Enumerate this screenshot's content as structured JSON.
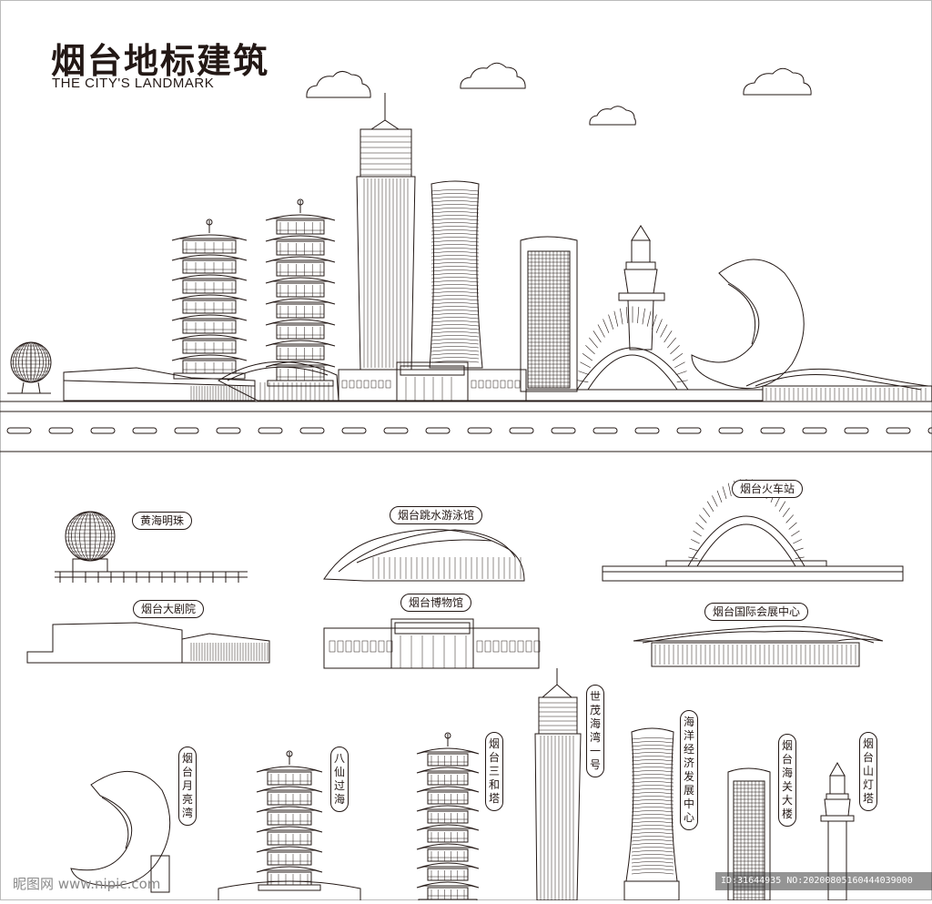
{
  "header": {
    "title": "烟台地标建筑",
    "subtitle": "THE CITY'S LANDMARK"
  },
  "landmarks": {
    "huanghai_pearl": "黄海明珠",
    "diving_pool": "烟台跳水游泳馆",
    "train_station": "烟台火车站",
    "grand_theatre": "烟台大剧院",
    "museum": "烟台博物馆",
    "expo_center": "烟台国际会展中心",
    "moon_bay": "烟台月亮湾",
    "baxian": "八仙过海",
    "sanhe_tower": "烟台三和塔",
    "shimao": "世茂海湾一号",
    "ocean_center": "海洋经济发展中心",
    "customs": "烟台海关大楼",
    "lighthouse": "烟台山灯塔"
  },
  "watermark": {
    "site": "昵图网 www.nipic.com",
    "id": "ID:31644935 NO:20200805160444039000"
  },
  "colors": {
    "line": "#231815",
    "grey": "#9a9a9a"
  }
}
